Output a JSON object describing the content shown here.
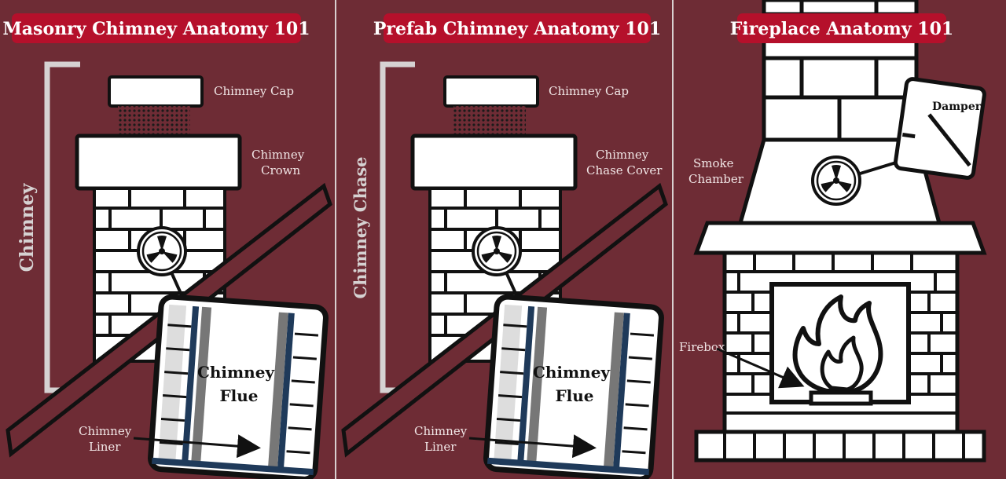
{
  "colors": {
    "background": "#6e2c35",
    "badge": "#b5102b",
    "badge_text": "#ffffff",
    "divider": "#d9d0d0",
    "bracket": "#d6d2d2",
    "ink": "#111111",
    "liner_blue": "#1f3a5a"
  },
  "panels": [
    {
      "title": "Masonry Chimney Anatomy 101",
      "side_label": "Chimney",
      "labels": {
        "cap": "Chimney Cap",
        "crown_line1": "Chimney",
        "crown_line2": "Crown",
        "flue_line1": "Chimney",
        "flue_line2": "Flue",
        "liner_line1": "Chimney",
        "liner_line2": "Liner"
      }
    },
    {
      "title": "Prefab Chimney Anatomy 101",
      "side_label": "Chimney Chase",
      "labels": {
        "cap": "Chimney Cap",
        "crown_line1": "Chimney",
        "crown_line2": "Chase Cover",
        "flue_line1": "Chimney",
        "flue_line2": "Flue",
        "liner_line1": "Chimney",
        "liner_line2": "Liner"
      }
    },
    {
      "title": "Fireplace Anatomy 101",
      "labels": {
        "damper": "Damper",
        "smoke_line1": "Smoke",
        "smoke_line2": "Chamber",
        "firebox": "Firebox"
      }
    }
  ],
  "icons": [
    "radiation-icon",
    "flame-icon",
    "arrow-icon"
  ]
}
